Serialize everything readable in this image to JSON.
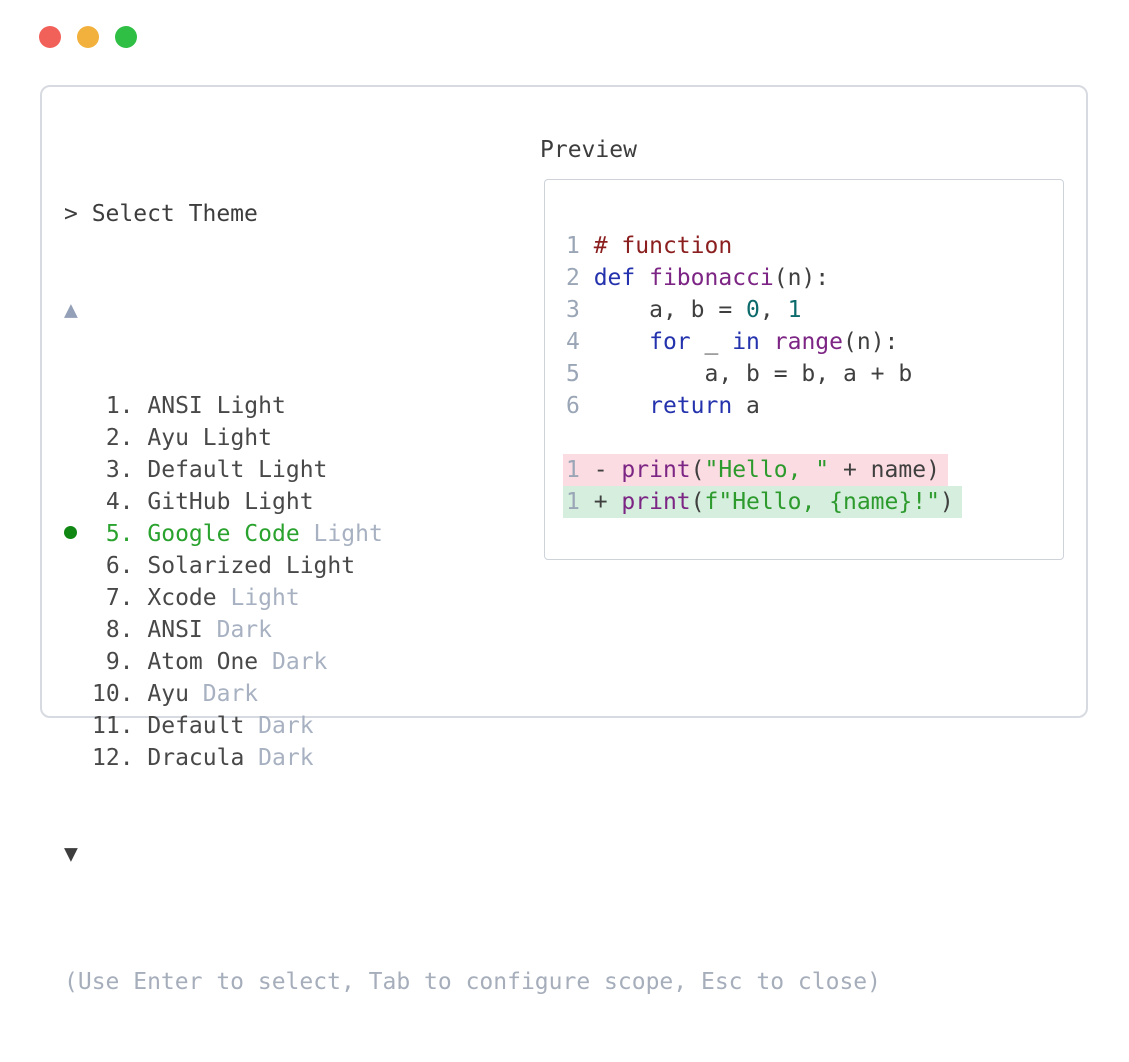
{
  "window": {
    "controls": [
      {
        "name": "close",
        "color": "#f2605a"
      },
      {
        "name": "minimize",
        "color": "#f2b13d"
      },
      {
        "name": "zoom",
        "color": "#2fbf45"
      }
    ]
  },
  "theme_selector": {
    "prompt": "> Select Theme",
    "scroll_up": "▲",
    "scroll_down": "▼",
    "items": [
      {
        "number": "1.",
        "name": "ANSI Light",
        "variant": "",
        "selected": false
      },
      {
        "number": "2.",
        "name": "Ayu Light",
        "variant": "",
        "selected": false
      },
      {
        "number": "3.",
        "name": "Default Light",
        "variant": "",
        "selected": false
      },
      {
        "number": "4.",
        "name": "GitHub Light",
        "variant": "",
        "selected": false
      },
      {
        "number": "5.",
        "name": "Google Code",
        "variant": "Light",
        "selected": true
      },
      {
        "number": "6.",
        "name": "Solarized Light",
        "variant": "",
        "selected": false
      },
      {
        "number": "7.",
        "name": "Xcode",
        "variant": "Light",
        "selected": false
      },
      {
        "number": "8.",
        "name": "ANSI",
        "variant": "Dark",
        "selected": false
      },
      {
        "number": "9.",
        "name": "Atom One",
        "variant": "Dark",
        "selected": false
      },
      {
        "number": "10.",
        "name": "Ayu",
        "variant": "Dark",
        "selected": false
      },
      {
        "number": "11.",
        "name": "Default",
        "variant": "Dark",
        "selected": false
      },
      {
        "number": "12.",
        "name": "Dracula",
        "variant": "Dark",
        "selected": false
      }
    ],
    "hint": "(Use Enter to select, Tab to configure scope, Esc to close)"
  },
  "preview": {
    "label": "Preview",
    "code_lines": [
      {
        "num": "1",
        "tokens": [
          {
            "t": "comment",
            "s": "# function"
          }
        ]
      },
      {
        "num": "2",
        "tokens": [
          {
            "t": "keyword",
            "s": "def"
          },
          {
            "t": "plain",
            "s": " "
          },
          {
            "t": "func",
            "s": "fibonacci"
          },
          {
            "t": "plain",
            "s": "(n):"
          }
        ]
      },
      {
        "num": "3",
        "tokens": [
          {
            "t": "plain",
            "s": "    a, b = "
          },
          {
            "t": "number",
            "s": "0"
          },
          {
            "t": "plain",
            "s": ", "
          },
          {
            "t": "number",
            "s": "1"
          }
        ]
      },
      {
        "num": "4",
        "tokens": [
          {
            "t": "plain",
            "s": "    "
          },
          {
            "t": "keyword",
            "s": "for"
          },
          {
            "t": "plain",
            "s": " _ "
          },
          {
            "t": "keyword",
            "s": "in"
          },
          {
            "t": "plain",
            "s": " "
          },
          {
            "t": "func",
            "s": "range"
          },
          {
            "t": "plain",
            "s": "(n):"
          }
        ]
      },
      {
        "num": "5",
        "tokens": [
          {
            "t": "plain",
            "s": "        a, b = b, a + b"
          }
        ]
      },
      {
        "num": "6",
        "tokens": [
          {
            "t": "plain",
            "s": "    "
          },
          {
            "t": "keyword",
            "s": "return"
          },
          {
            "t": "plain",
            "s": " a"
          }
        ]
      }
    ],
    "diff_lines": [
      {
        "num": "1",
        "kind": "removed",
        "tokens": [
          {
            "t": "plain",
            "s": "- "
          },
          {
            "t": "func",
            "s": "print"
          },
          {
            "t": "plain",
            "s": "("
          },
          {
            "t": "string",
            "s": "\"Hello, \""
          },
          {
            "t": "plain",
            "s": " + name)"
          }
        ]
      },
      {
        "num": "1",
        "kind": "added",
        "tokens": [
          {
            "t": "plain",
            "s": "+ "
          },
          {
            "t": "func",
            "s": "print"
          },
          {
            "t": "plain",
            "s": "("
          },
          {
            "t": "string",
            "s": "f\"Hello, {name}!\""
          },
          {
            "t": "plain",
            "s": ")"
          }
        ]
      }
    ]
  },
  "colors": {
    "selected_green": "#2aa22e",
    "selected_bullet": "#0f8712",
    "muted_variant": "#a7b1c1",
    "hint_gray": "#a6aebb",
    "scroll_up_gray": "#93a0b8",
    "line_number_gray": "#9aa6b6",
    "syntax_comment": "#8b1f1f",
    "syntax_keyword": "#2433ad",
    "syntax_function": "#7c2584",
    "syntax_number": "#0e6b6b",
    "syntax_string": "#2c9a2c",
    "diff_removed_bg": "#fbdce2",
    "diff_added_bg": "#d5eedd",
    "panel_border": "#d7dbe1"
  }
}
